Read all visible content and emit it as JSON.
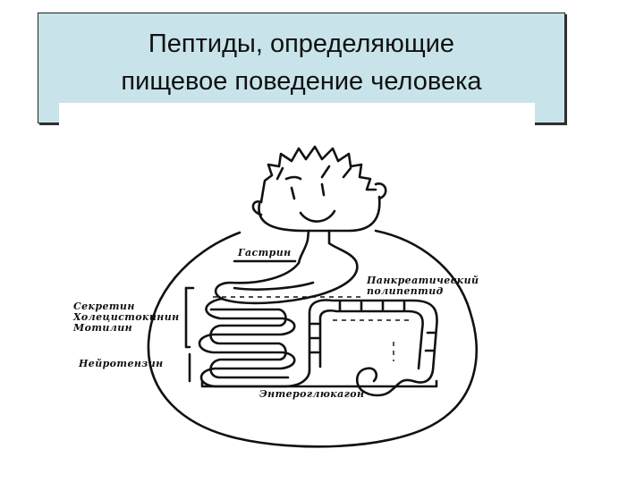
{
  "slide": {
    "title_line1": "Пептиды, определяющие",
    "title_line2": "пищевое поведение человека"
  },
  "diagram": {
    "labels": {
      "gastrin": "Гастрин",
      "pancreatic_1": "Панкреатический",
      "pancreatic_2": "полипептид",
      "secretin": "Секретин",
      "cholecystokinin": "Холецистокинин",
      "motilin": "Мотилин",
      "neurotensin": "Нейротензин",
      "enteroglucagon": "Энтероглюкагон"
    }
  }
}
